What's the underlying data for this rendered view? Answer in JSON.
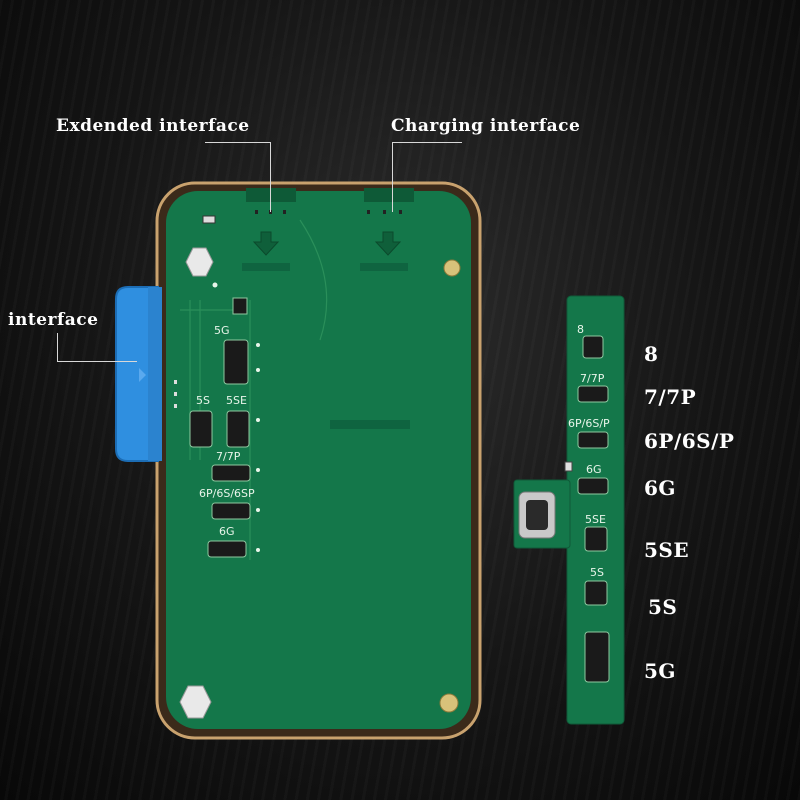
{
  "callouts": {
    "extended": "Exdended interface",
    "charging": "Charging interface",
    "interface": "interface"
  },
  "main_board": {
    "silk_5g": "5G",
    "silk_5s": "5S",
    "silk_5se": "5SE",
    "silk_77p": "7/7P",
    "silk_6p6s6sp": "6P/6S/6SP",
    "silk_6g": "6G"
  },
  "strip_board": {
    "silk_8": "8",
    "silk_77p": "7/7P",
    "silk_6p6sp": "6P/6S/P",
    "silk_6g": "6G",
    "silk_5se": "5SE",
    "silk_5s": "5S"
  },
  "model_labels": [
    "8",
    "7/7P",
    "6P/6S/P",
    "6G",
    "5SE",
    "5S",
    "5G"
  ],
  "colors": {
    "pcb": "#14774a",
    "frame": "#c9a26e",
    "blue_clip": "#2f8fe0",
    "background": "#111111"
  }
}
